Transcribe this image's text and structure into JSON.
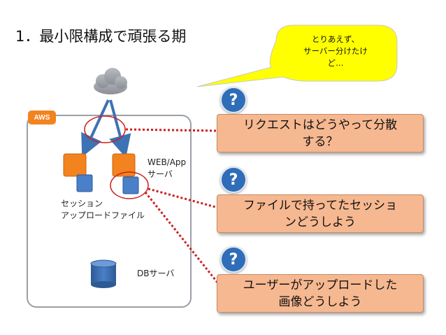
{
  "title": "1．最小限構成で頑張る期",
  "speech_bubble": {
    "lines": [
      "とりあえず、",
      "サーバー分けたけ",
      "ど…"
    ]
  },
  "aws_badge": "AWS",
  "labels": {
    "web_app_line1": "WEB/App",
    "web_app_line2": "サーバ",
    "session_line1": "セッション",
    "session_line2": "アップロードファイル",
    "db": "DBサーバ"
  },
  "questions": [
    {
      "icon": "question-icon",
      "lines": [
        "リクエストはどうやって分散",
        "する？"
      ]
    },
    {
      "icon": "question-icon",
      "lines": [
        "ファイルで持ってたセッショ",
        "ンどうしよう"
      ]
    },
    {
      "icon": "question-icon",
      "lines": [
        "ユーザーがアップロードした",
        "画像どうしよう"
      ]
    }
  ],
  "colors": {
    "callout_fill": "#f6b890",
    "question_icon": "#2f6db8",
    "connector_red": "#cc1f1f",
    "server_orange": "#f2831f",
    "storage_blue": "#4a7fc9",
    "speech_bubble_fill": "#ffff00"
  }
}
